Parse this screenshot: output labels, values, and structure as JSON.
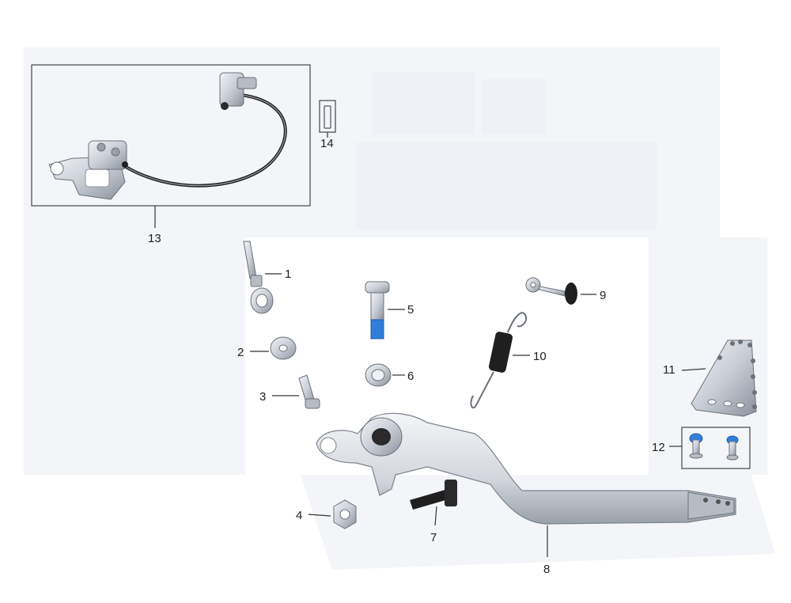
{
  "callouts": [
    {
      "id": "callout-1",
      "label": "1"
    },
    {
      "id": "callout-2",
      "label": "2"
    },
    {
      "id": "callout-3",
      "label": "3"
    },
    {
      "id": "callout-4",
      "label": "4"
    },
    {
      "id": "callout-5",
      "label": "5"
    },
    {
      "id": "callout-6",
      "label": "6"
    },
    {
      "id": "callout-7",
      "label": "7"
    },
    {
      "id": "callout-8",
      "label": "8"
    },
    {
      "id": "callout-9",
      "label": "9"
    },
    {
      "id": "callout-10",
      "label": "10"
    },
    {
      "id": "callout-11",
      "label": "11"
    },
    {
      "id": "callout-12",
      "label": "12"
    },
    {
      "id": "callout-13",
      "label": "13"
    },
    {
      "id": "callout-14",
      "label": "14"
    }
  ],
  "colors": {
    "line": "#333333",
    "metal": "#c9ced6",
    "metal_dark": "#8b919b",
    "rubber": "#1f1f1f",
    "threadlock": "#2f7fd9"
  }
}
